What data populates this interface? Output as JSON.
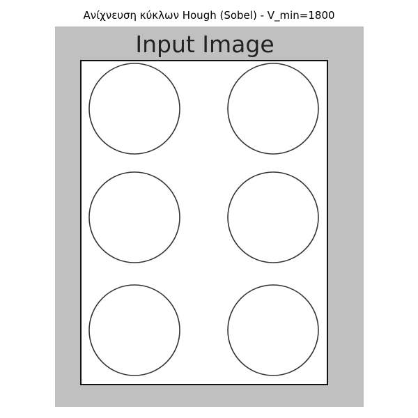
{
  "figure": {
    "title": "Ανίχνευση κύκλων Hough (Sobel) - V_min=1800"
  },
  "image": {
    "heading": "Input Image",
    "background_color": "#c0c0c0",
    "sheet_color": "#ffffff",
    "stroke_color": "#333333",
    "circle_count": 6,
    "circles": [
      {
        "row": 1,
        "column": 1
      },
      {
        "row": 1,
        "column": 2
      },
      {
        "row": 2,
        "column": 1
      },
      {
        "row": 2,
        "column": 2
      },
      {
        "row": 3,
        "column": 1
      },
      {
        "row": 3,
        "column": 2
      }
    ]
  }
}
